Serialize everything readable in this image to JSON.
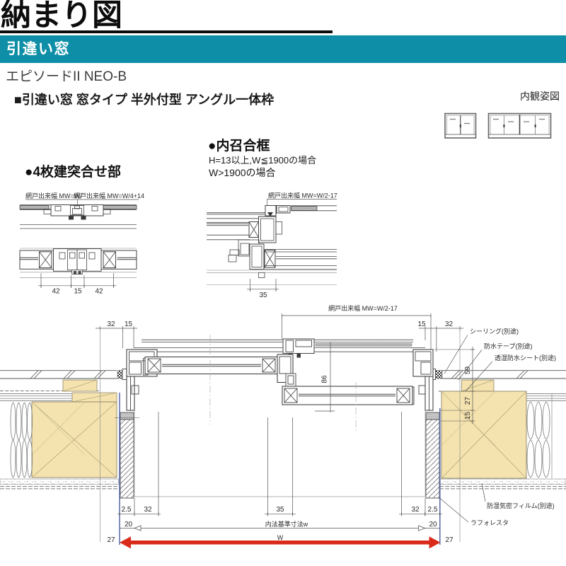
{
  "page": {
    "title": "納まり図",
    "banner_label": "引違い窓",
    "product_name": "エピソードII NEO-B",
    "spec_line": "■引違い窓 窓タイプ 半外付型 アングル一体枠",
    "elevation_caption": "内観姿図"
  },
  "colors": {
    "banner_teal": "#0e8fa7",
    "wood_tan": "#f4e3ae",
    "arrow_red": "#d92a1a",
    "film_blue": "#5668a8",
    "drawing_line": "#444444"
  },
  "detail_butt_joint": {
    "title": "●4枚建突合せ部",
    "screen_label_a": "網戸出来幅 MW=W/",
    "screen_label_b": "網戸出来幅 MW=W/4+14",
    "dim_left": "42",
    "dim_center": "15",
    "dim_right": "42"
  },
  "detail_meeting_stile": {
    "title": "●内召合框",
    "condition_1": "H=13以上,W≦1900の場合",
    "condition_2": "W>1900の場合",
    "screen_label": "網戸出来幅 MW=W/2-17",
    "dim_width": "35"
  },
  "main_section": {
    "screen_label": "網戸出来幅 MW=W/2-17",
    "dim_top_left_32": "32",
    "dim_top_left_15": "15",
    "dim_top_right_15": "15",
    "dim_top_right_32": "32",
    "dim_sash_depth": "86",
    "dim_right_59": "59",
    "dim_right_27": "27",
    "dim_right_15": "15",
    "dim_bottom_left_25": "2.5",
    "dim_bottom_left_32": "32",
    "dim_bottom_center_35": "35",
    "dim_bottom_right_32": "32",
    "dim_bottom_right_25": "2.5",
    "dim_clear_left_20": "20",
    "dim_clear_right_20": "20",
    "dim_outer_left_27": "27",
    "dim_outer_right_27": "27",
    "label_inner_width": "内法基準寸法w",
    "label_total_width": "W",
    "callout_sealing": "シーリング(別途)",
    "callout_tape": "防水テープ(別途)",
    "callout_sheet": "透湿防水シート(別途)",
    "callout_film": "防湿気密フィルム(別途)",
    "callout_trim": "ラフォレスタ"
  }
}
